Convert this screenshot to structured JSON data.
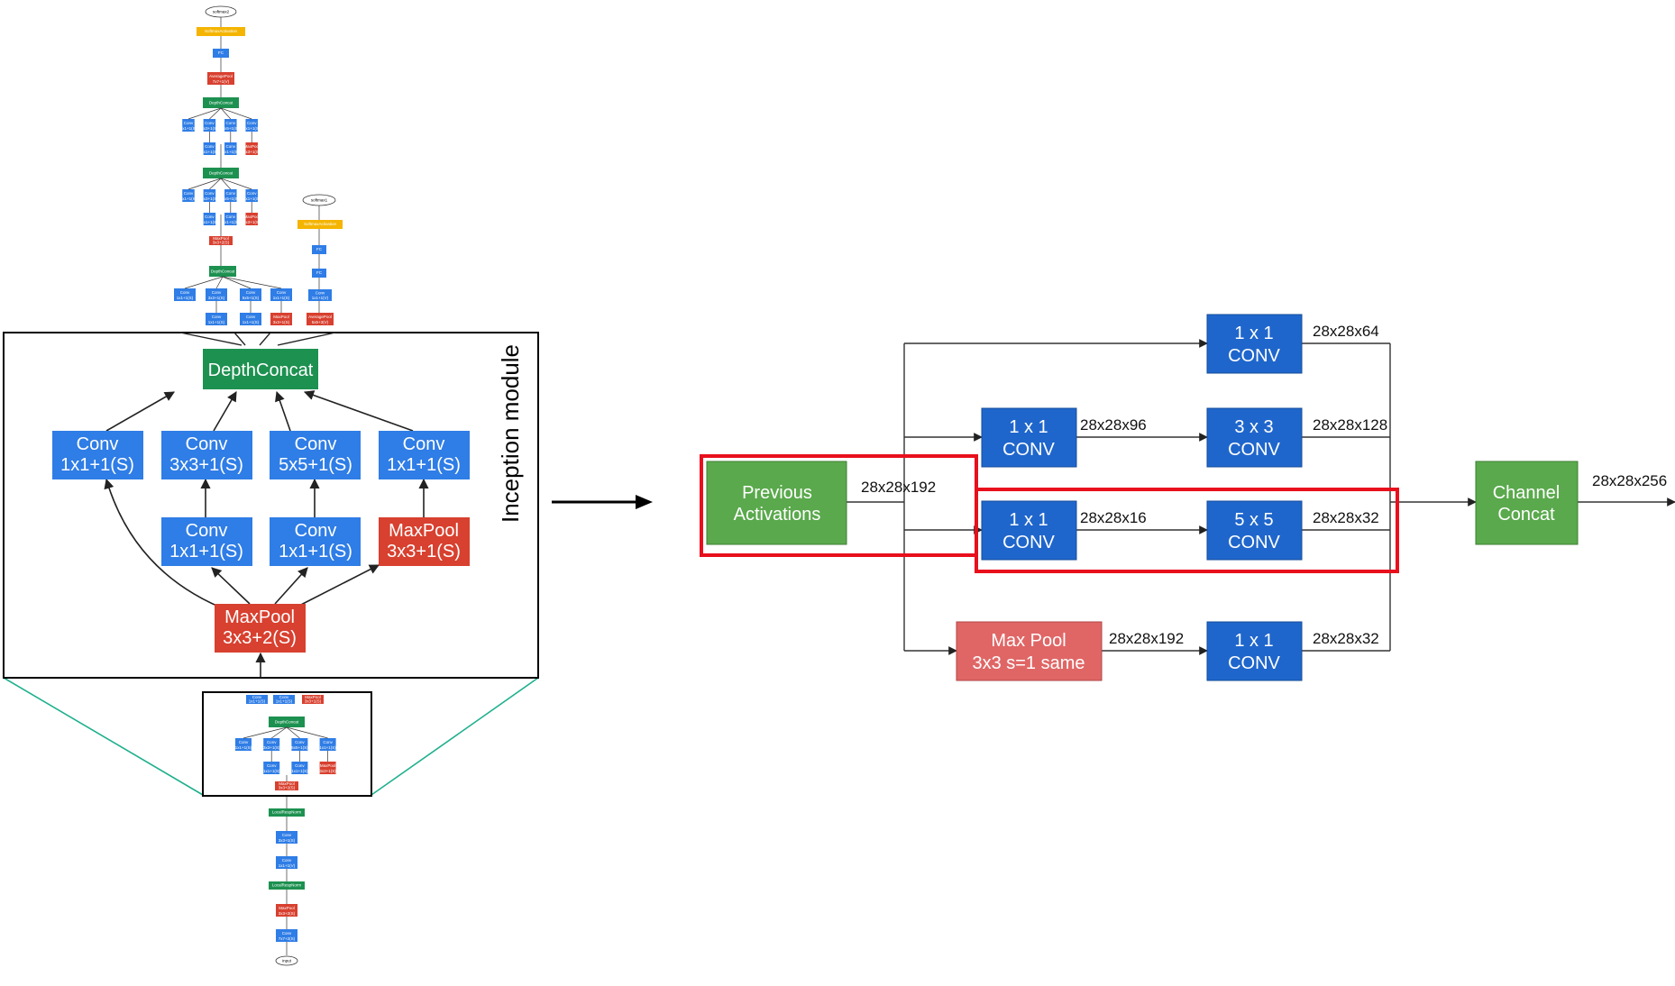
{
  "left": {
    "module_title": "Inception module",
    "tiny": {
      "softmax": "softmax2",
      "softmax_act": "SoftmaxActivation",
      "fc": "FC",
      "avgpool": "AveragePool",
      "avgpool_sub": "7x7+1(V)",
      "depthconcat": "DepthConcat",
      "conv": "Conv",
      "conv1": "1x1+1(S)",
      "conv3": "3x3+1(S)",
      "conv5": "5x5+1(S)",
      "maxpool": "MaxPool",
      "maxpool_sub": "3x3+1(S)",
      "maxpool2": "3x3+2(S)",
      "softmax_aux": "softmax1",
      "avgpool_aux_sub": "5x5+3(V)",
      "lrn": "LocalRespNorm",
      "conv_first": "7x7+2(S)",
      "conv_3s1v": "3x3+1(S)",
      "conv_1v": "1x1+1(V)",
      "input": "input"
    },
    "depthconcat": "DepthConcat",
    "conv_1a_line1": "Conv",
    "conv_1a_line2": "1x1+1(S)",
    "conv_3_line1": "Conv",
    "conv_3_line2": "3x3+1(S)",
    "conv_5_line1": "Conv",
    "conv_5_line2": "5x5+1(S)",
    "conv_1b_line1": "Conv",
    "conv_1b_line2": "1x1+1(S)",
    "conv_r3_line1": "Conv",
    "conv_r3_line2": "1x1+1(S)",
    "conv_r5_line1": "Conv",
    "conv_r5_line2": "1x1+1(S)",
    "maxpool_line1": "MaxPool",
    "maxpool_line2": "3x3+1(S)",
    "input_pool_line1": "MaxPool",
    "input_pool_line2": "3x3+2(S)"
  },
  "right": {
    "prev_line1": "Previous",
    "prev_line2": "Activations",
    "prev_dim": "28x28x192",
    "b1_conv_line1": "1 x 1",
    "b1_conv_line2": "CONV",
    "b1_dim": "28x28x64",
    "b2_reduce_line1": "1 x 1",
    "b2_reduce_line2": "CONV",
    "b2_reduce_dim": "28x28x96",
    "b2_conv_line1": "3 x 3",
    "b2_conv_line2": "CONV",
    "b2_dim": "28x28x128",
    "b3_reduce_line1": "1 x 1",
    "b3_reduce_line2": "CONV",
    "b3_reduce_dim": "28x28x16",
    "b3_conv_line1": "5 x 5",
    "b3_conv_line2": "CONV",
    "b3_dim": "28x28x32",
    "b4_pool_line1": "Max Pool",
    "b4_pool_line2": "3x3 s=1 same",
    "b4_pool_dim": "28x28x192",
    "b4_conv_line1": "1 x 1",
    "b4_conv_line2": "CONV",
    "b4_dim": "28x28x32",
    "concat_line1": "Channel",
    "concat_line2": "Concat",
    "concat_dim": "28x28x256"
  },
  "colors": {
    "blue": "#2f7de6",
    "red": "#d8402f",
    "green": "#1d9150",
    "orange": "#f4b400",
    "green_r": "#5aa94c",
    "blue_r": "#1f66cc",
    "pink_r": "#e06666",
    "highlight": "#e8101c",
    "teal": "#20b08e"
  }
}
